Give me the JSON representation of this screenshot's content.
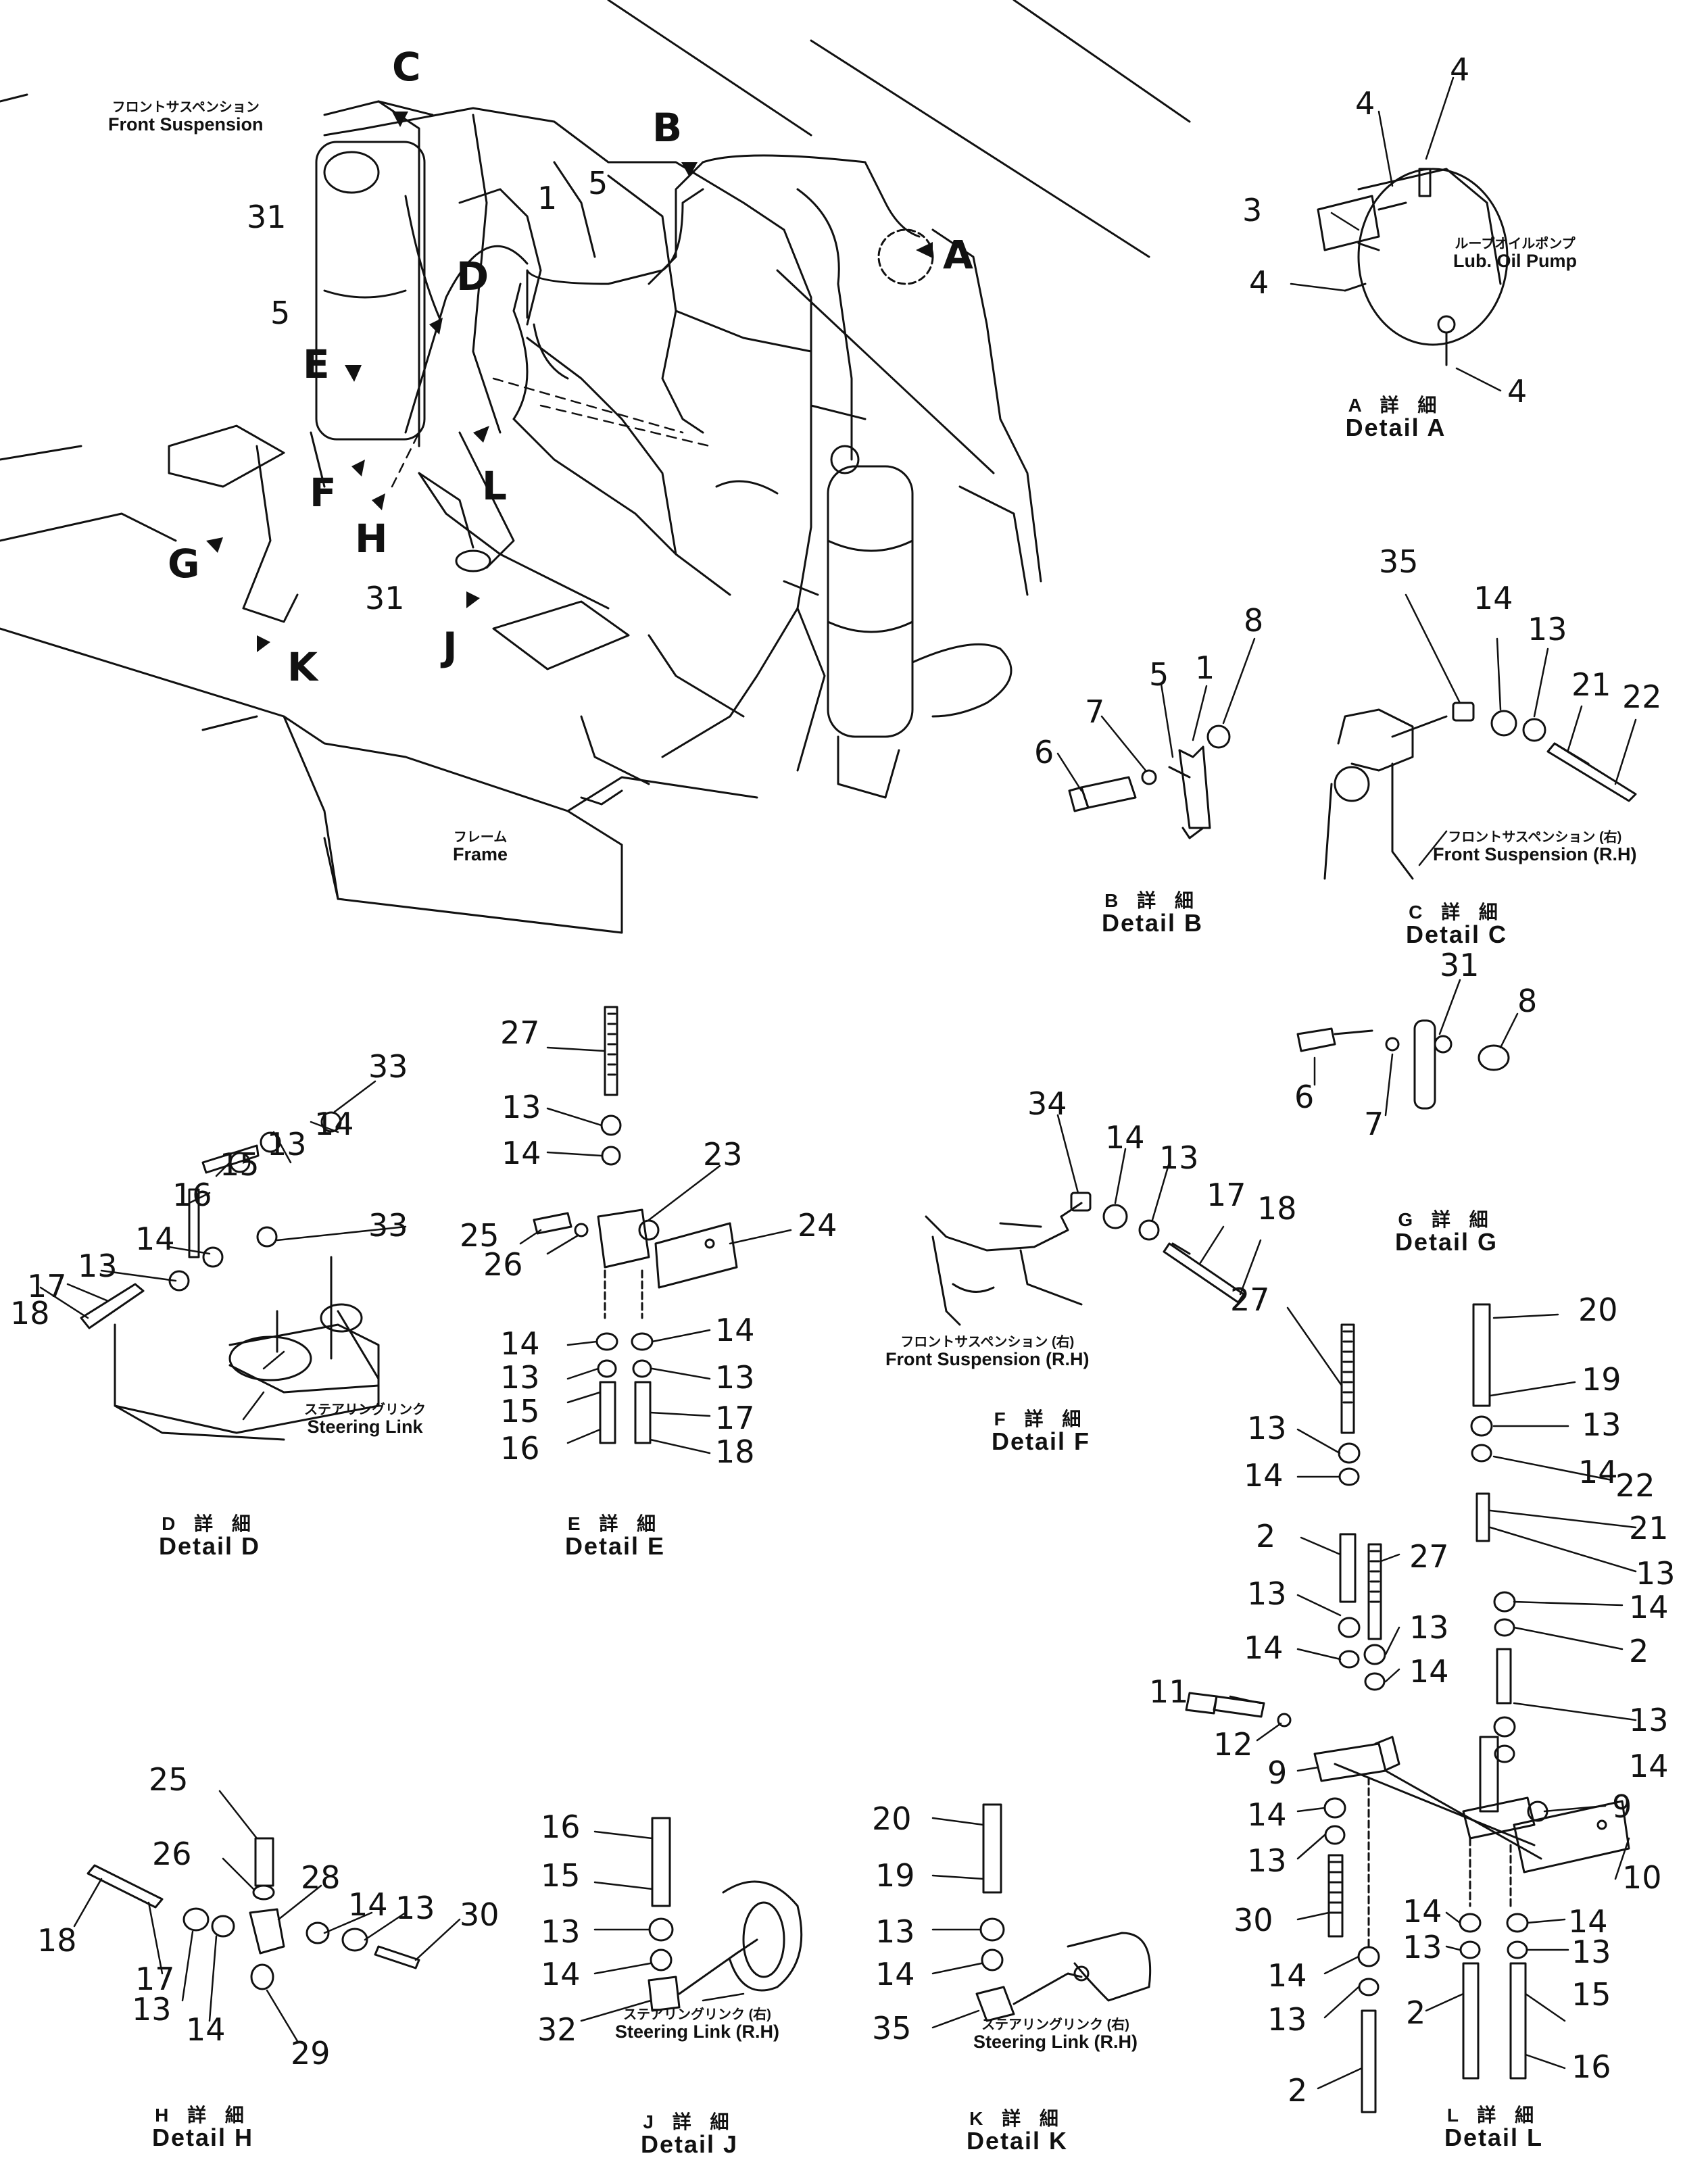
{
  "main_callouts": {
    "C": "C",
    "B": "B",
    "A": "A",
    "D": "D",
    "E": "E",
    "F": "F",
    "G": "G",
    "H": "H",
    "K": "K",
    "L": "L",
    "J": "J"
  },
  "main_numbers": {
    "n31a": "31",
    "n1": "1",
    "n5a": "5",
    "n5b": "5",
    "n31b": "31"
  },
  "notes": {
    "front_suspension_jp": "フロントサスペンション",
    "front_suspension_en": "Front  Suspension",
    "frame_jp": "フレーム",
    "frame_en": "Frame",
    "lub_pump_jp": "ループオイルポンプ",
    "lub_pump_en": "Lub. Oil Pump",
    "front_susp_rh_jp": "フロントサスペンション (右)",
    "front_susp_rh_en": "Front Suspension (R.H)",
    "steering_link_jp": "ステアリングリンク",
    "steering_link_en": "Steering Link",
    "steering_link_rh_jp": "ステアリングリンク (右)",
    "steering_link_rh_en": "Steering Link (R.H)"
  },
  "details": {
    "A": {
      "jp": "A 詳 細",
      "en": "Detail  A"
    },
    "B": {
      "jp": "B 詳 細",
      "en": "Detail  B"
    },
    "C": {
      "jp": "C 詳 細",
      "en": "Detail  C"
    },
    "D": {
      "jp": "D 詳 細",
      "en": "Detail  D"
    },
    "E": {
      "jp": "E 詳 細",
      "en": "Detail  E"
    },
    "F": {
      "jp": "F 詳 細",
      "en": "Detail  F"
    },
    "G": {
      "jp": "G 詳 細",
      "en": "Detail  G"
    },
    "H": {
      "jp": "H 詳 細",
      "en": "Detail  H"
    },
    "J": {
      "jp": "J 詳 細",
      "en": "Detail  J"
    },
    "K": {
      "jp": "K 詳 細",
      "en": "Detail  K"
    },
    "L": {
      "jp": "L 詳 細",
      "en": "Detail  L"
    }
  },
  "part_numbers": {
    "a_4a": "4",
    "a_4b": "4",
    "a_3": "3",
    "a_4c": "4",
    "a_4d": "4",
    "b_8": "8",
    "b_1": "1",
    "b_5": "5",
    "b_7": "7",
    "b_6": "6",
    "c_35": "35",
    "c_14": "14",
    "c_13": "13",
    "c_21": "21",
    "c_22": "22",
    "d_33a": "33",
    "d_13a": "13",
    "d_14a": "14",
    "d_15": "15",
    "d_16": "16",
    "d_14b": "14",
    "d_13b": "13",
    "d_33b": "33",
    "d_17": "17",
    "d_18": "18",
    "e_27": "27",
    "e_13": "13",
    "e_14": "14",
    "e_23": "23",
    "e_25": "25",
    "e_26": "26",
    "e_24": "24",
    "e_14b": "14",
    "e_14c": "14",
    "e_13b": "13",
    "e_13c": "13",
    "e_15": "15",
    "e_17": "17",
    "e_16": "16",
    "e_18": "18",
    "f_34": "34",
    "f_14": "14",
    "f_13": "13",
    "f_17": "17",
    "f_18": "18",
    "g_31": "31",
    "g_8": "8",
    "g_6": "6",
    "g_7": "7",
    "h_25": "25",
    "h_26": "26",
    "h_28": "28",
    "h_14a": "14",
    "h_30": "30",
    "h_18": "18",
    "h_13a": "13",
    "h_17": "17",
    "h_13b": "13",
    "h_14b": "14",
    "h_29": "29",
    "j_16": "16",
    "j_15": "15",
    "j_13": "13",
    "j_14": "14",
    "j_32": "32",
    "k_20": "20",
    "k_19": "19",
    "k_13": "13",
    "k_14": "14",
    "k_35": "35",
    "l_20": "20",
    "l_27a": "27",
    "l_19": "19",
    "l_13a": "13",
    "l_13b": "13",
    "l_14a": "14",
    "l_14b": "14",
    "l_22": "22",
    "l_21": "21",
    "l_2a": "2",
    "l_27b": "27",
    "l_13c": "13",
    "l_13d": "13",
    "l_14c": "14",
    "l_14d": "14",
    "l_13e": "13",
    "l_14e": "14",
    "l_2b": "2",
    "l_11": "11",
    "l_12": "12",
    "l_13f": "13",
    "l_9a": "9",
    "l_9b": "9",
    "l_14f": "14",
    "l_14g": "14",
    "l_13g": "13",
    "l_10": "10",
    "l_30": "30",
    "l_14h": "14",
    "l_14i": "14",
    "l_13h": "13",
    "l_13i": "13",
    "l_14j": "14",
    "l_15": "15",
    "l_13j": "13",
    "l_2c": "2",
    "l_16": "16",
    "l_2d": "2"
  }
}
